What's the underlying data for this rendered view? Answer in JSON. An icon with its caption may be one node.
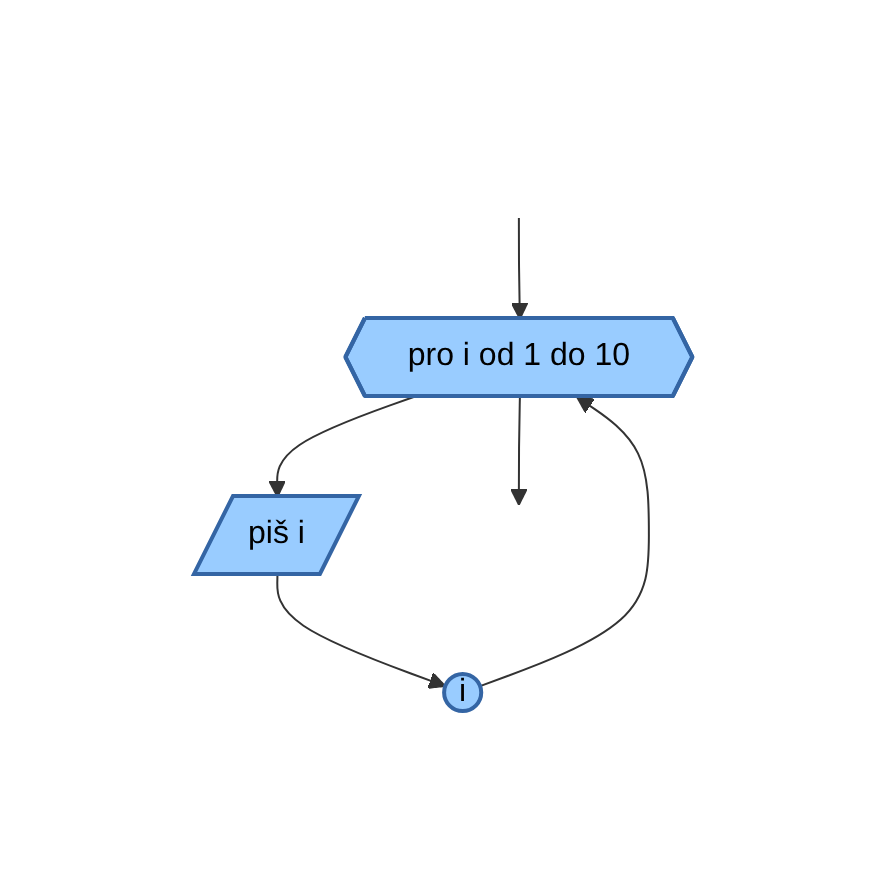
{
  "diagram": {
    "nodes": [
      {
        "text": [
          "pro i od 1 do 10"
        ]
      },
      {
        "text": [
          "piš i"
        ]
      },
      {
        "text": [
          "i"
        ]
      }
    ],
    "edges": [
      {
        "from": null,
        "to": 0,
        "arrow": "to"
      },
      {
        "from": 0,
        "to": 1,
        "arrow": "to"
      },
      {
        "from": 1,
        "to": 2,
        "arrow": "to"
      },
      {
        "from": 2,
        "to": 0,
        "arrow": "to"
      },
      {
        "from": 0,
        "to": null,
        "arrow": "to"
      }
    ]
  }
}
